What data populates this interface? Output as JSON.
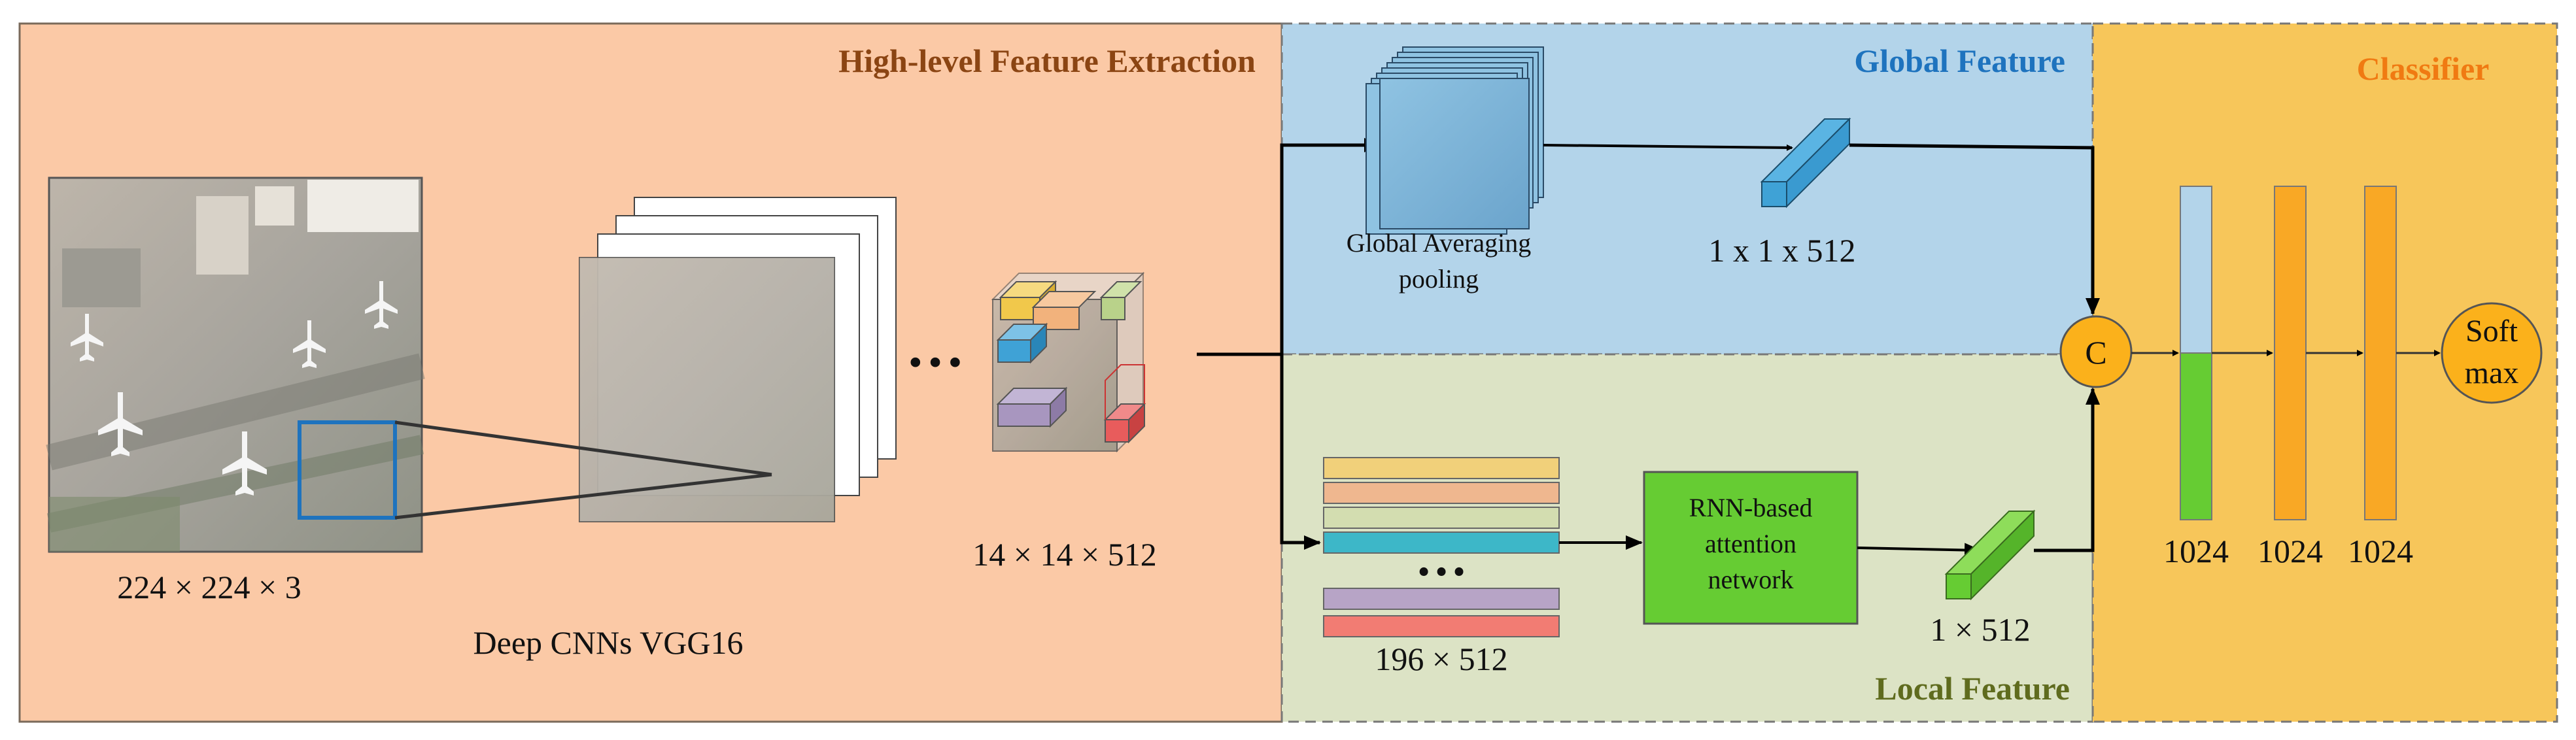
{
  "sections": {
    "high_level": {
      "title": "High-level Feature Extraction",
      "color": "#8B4513",
      "bg": "#FBC9A6"
    },
    "global": {
      "title": "Global Feature",
      "color": "#1E73BE",
      "bg": "#B3D4EA"
    },
    "local": {
      "title": "Local Feature",
      "color": "#5F6B1E",
      "bg": "#DCE3C5"
    },
    "classifier": {
      "title": "Classifier",
      "color": "#F07A12",
      "bg": "#F7C65A"
    }
  },
  "labels": {
    "input_dims": "224 × 224 × 3",
    "backbone": "Deep CNNs  VGG16",
    "ellipsis": "…",
    "feature_map_dims": "14 × 14 × 512",
    "gap_line1": "Global Averaging",
    "gap_line2": "pooling",
    "global_vec_dims": "1 x 1 x 512",
    "local_seq_dims": "196 × 512",
    "local_vec_dims": "1 × 512",
    "rnn_line1": "RNN-based",
    "rnn_line2": "attention",
    "rnn_line3": "network",
    "concat": "C",
    "fc1": "1024",
    "fc2": "1024",
    "fc3": "1024",
    "softmax_line1": "Soft",
    "softmax_line2": "max"
  },
  "colors": {
    "arrow": "#000000",
    "green": "#66CC33",
    "blue": "#3FA2D6",
    "orange": "#F9A825",
    "concat_fill": "#FBB11B",
    "strip_colors": [
      "#F1D07A",
      "#EFB78F",
      "#D3DDB0",
      "#3DB7C8",
      "#B7A4C6",
      "#F27C73"
    ]
  },
  "icons": {
    "input_image": "aerial-airport-image",
    "feature_stack": "stacked-feature-maps",
    "feature_cube": "feature-cube"
  }
}
